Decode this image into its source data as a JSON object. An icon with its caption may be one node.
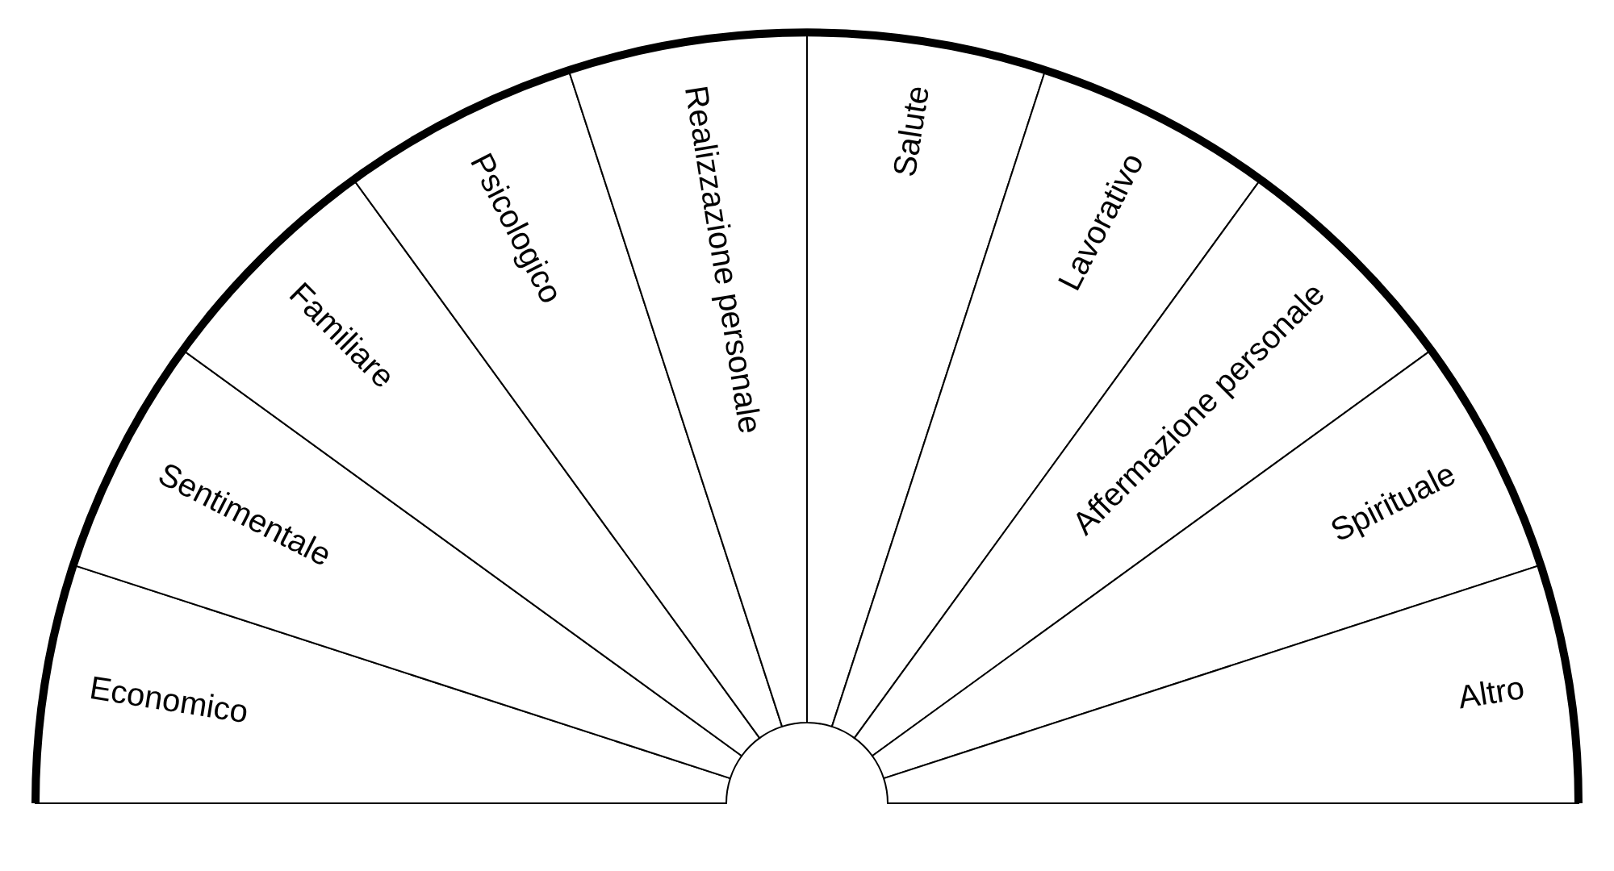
{
  "diagram": {
    "nodes": [
      {
        "text": [
          "Economico"
        ]
      },
      {
        "text": [
          "Sentimentale"
        ]
      },
      {
        "text": [
          "Familiare"
        ]
      },
      {
        "text": [
          "Psicologico"
        ]
      },
      {
        "text": [
          "Realizzazione personale"
        ]
      },
      {
        "text": [
          "Salute"
        ]
      },
      {
        "text": [
          "Lavorativo"
        ]
      },
      {
        "text": [
          "Affermazione personale"
        ]
      },
      {
        "text": [
          "Spirituale"
        ]
      },
      {
        "text": [
          "Altro"
        ]
      }
    ]
  }
}
